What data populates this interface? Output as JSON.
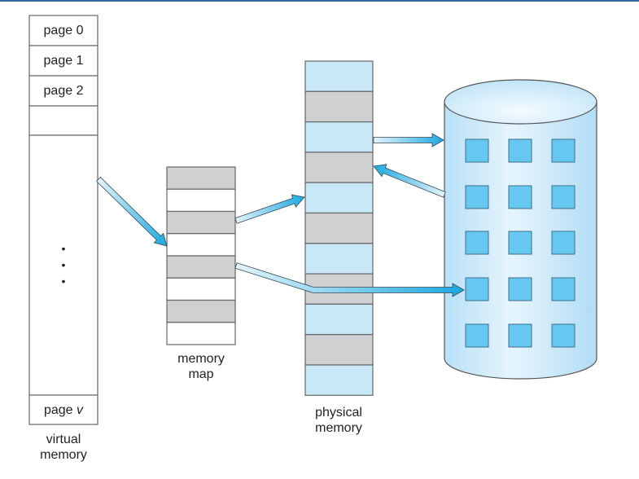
{
  "diagram": {
    "virtual_memory": {
      "label_line1": "virtual",
      "label_line2": "memory",
      "pages": [
        "page 0",
        "page 1",
        "page 2",
        "",
        "page"
      ],
      "last_page_var": "v",
      "ellipsis": "•"
    },
    "memory_map": {
      "label_line1": "memory",
      "label_line2": "map",
      "entries": [
        "mapped",
        "empty",
        "mapped",
        "empty",
        "mapped",
        "empty",
        "mapped",
        "empty"
      ]
    },
    "physical_memory": {
      "label_line1": "physical",
      "label_line2": "memory",
      "frames": [
        "free",
        "used",
        "free",
        "used",
        "free",
        "used",
        "free",
        "used",
        "free",
        "used",
        "free"
      ]
    },
    "disk": {
      "label": "",
      "block_rows": 5,
      "block_cols": 3
    },
    "arrows": [
      {
        "from": "virtual-memory",
        "to": "memory-map"
      },
      {
        "from": "memory-map-entry-2",
        "to": "physical-frame"
      },
      {
        "from": "memory-map-entry-4",
        "to": "disk-block"
      },
      {
        "from": "physical-frame",
        "to": "disk"
      },
      {
        "from": "disk",
        "to": "physical-frame"
      }
    ],
    "colors": {
      "gray_cell": "#cfd0d2",
      "light_blue": "#c8e8f8",
      "block_blue": "#66c8f0",
      "arrow_blue": "#1aa8e0",
      "top_rule": "#33649a"
    }
  }
}
